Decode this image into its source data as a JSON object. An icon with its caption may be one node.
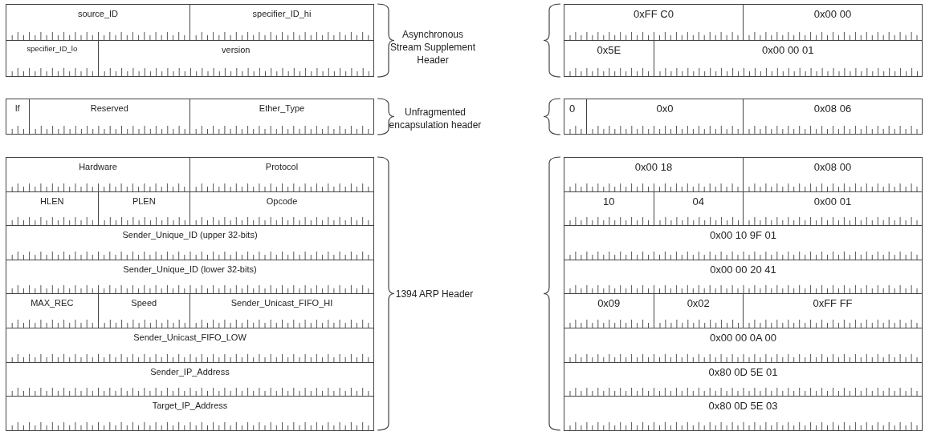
{
  "diagram": {
    "nodes": [
      {
        "text": [
          "source_ID"
        ]
      },
      {
        "text": [
          "specifier_ID_hi"
        ]
      },
      {
        "text": [
          "specifier_ID_lo"
        ]
      },
      {
        "text": [
          "version"
        ]
      },
      {
        "text": [
          "0xFF C0"
        ]
      },
      {
        "text": [
          "0x00 00"
        ]
      },
      {
        "text": [
          "0x5E"
        ]
      },
      {
        "text": [
          "0x00 00 01"
        ]
      },
      {
        "text": [
          "lf"
        ]
      },
      {
        "text": [
          "Reserved"
        ]
      },
      {
        "text": [
          "Ether_Type"
        ]
      },
      {
        "text": [
          "0"
        ]
      },
      {
        "text": [
          "0x0"
        ]
      },
      {
        "text": [
          "0x08 06"
        ]
      },
      {
        "text": [
          "Hardware"
        ]
      },
      {
        "text": [
          "Protocol"
        ]
      },
      {
        "text": [
          "HLEN"
        ]
      },
      {
        "text": [
          "PLEN"
        ]
      },
      {
        "text": [
          "Opcode"
        ]
      },
      {
        "text": [
          "Sender_Unique_ID (upper 32-bits)"
        ]
      },
      {
        "text": [
          "Sender_Unique_ID (lower 32-bits)"
        ]
      },
      {
        "text": [
          "MAX_REC"
        ]
      },
      {
        "text": [
          "Speed"
        ]
      },
      {
        "text": [
          "Sender_Unicast_FIFO_HI"
        ]
      },
      {
        "text": [
          "Sender_Unicast_FIFO_LOW"
        ]
      },
      {
        "text": [
          "Sender_IP_Address"
        ]
      },
      {
        "text": [
          "Target_IP_Address"
        ]
      },
      {
        "text": [
          "0x00 18"
        ]
      },
      {
        "text": [
          "0x08 00"
        ]
      },
      {
        "text": [
          "10"
        ]
      },
      {
        "text": [
          "04"
        ]
      },
      {
        "text": [
          "0x00 01"
        ]
      },
      {
        "text": [
          "0x00 10 9F 01"
        ]
      },
      {
        "text": [
          "0x00 00 20 41"
        ]
      },
      {
        "text": [
          "0x09"
        ]
      },
      {
        "text": [
          "0x02"
        ]
      },
      {
        "text": [
          "0xFF FF"
        ]
      },
      {
        "text": [
          "0x00 00 0A 00"
        ]
      },
      {
        "text": [
          "0x80 0D 5E 01"
        ]
      },
      {
        "text": [
          "0x80 0D 5E 03"
        ]
      }
    ],
    "labels": [
      "Asynchronous Stream Supplement Header",
      "Unfragmented encapsulation header",
      "1394 ARP Header"
    ]
  }
}
